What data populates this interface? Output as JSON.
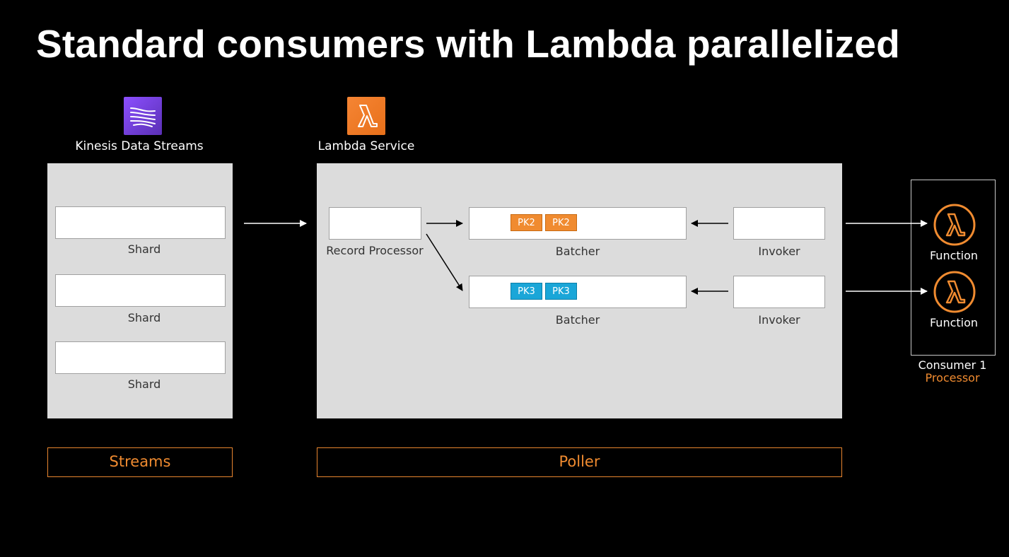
{
  "title": "Standard consumers with Lambda parallelized",
  "services": {
    "kinesis": {
      "label": "Kinesis Data Streams",
      "icon": "kinesis-data-streams-icon",
      "color": "#8c4fff"
    },
    "lambda": {
      "label": "Lambda Service",
      "icon": "lambda-service-icon",
      "color": "#f58534"
    }
  },
  "streams": {
    "shards": [
      {
        "label": "Shard"
      },
      {
        "label": "Shard"
      },
      {
        "label": "Shard"
      }
    ],
    "footer": "Streams"
  },
  "poller": {
    "record_processor": "Record Processor",
    "batchers": [
      {
        "label": "Batcher",
        "records": [
          "PK2",
          "PK2"
        ],
        "color": "#f08b30"
      },
      {
        "label": "Batcher",
        "records": [
          "PK3",
          "PK3"
        ],
        "color": "#1aa6d8"
      }
    ],
    "invokers": [
      {
        "label": "Invoker"
      },
      {
        "label": "Invoker"
      }
    ],
    "footer": "Poller"
  },
  "consumer": {
    "functions": [
      {
        "label": "Function",
        "icon": "lambda-function-icon"
      },
      {
        "label": "Function",
        "icon": "lambda-function-icon"
      }
    ],
    "label": "Consumer 1",
    "sublabel": "Processor",
    "accent": "#f08b30"
  }
}
